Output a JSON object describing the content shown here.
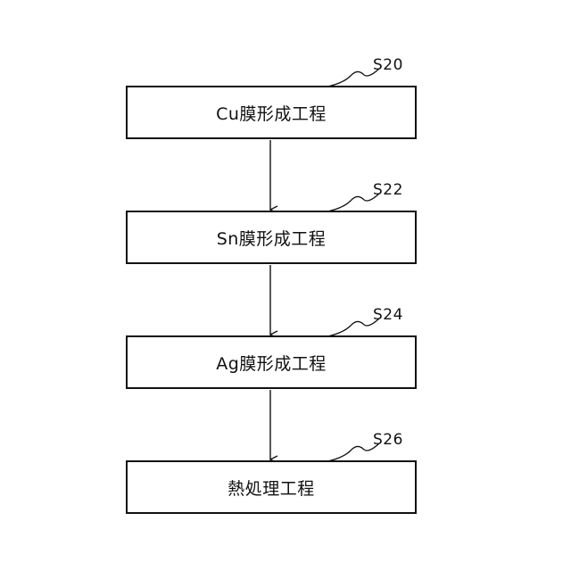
{
  "flowchart": {
    "steps": [
      {
        "id": "S20",
        "label": "Cu膜形成工程"
      },
      {
        "id": "S22",
        "label": "Sn膜形成工程"
      },
      {
        "id": "S24",
        "label": "Ag膜形成工程"
      },
      {
        "id": "S26",
        "label": "熱処理工程"
      }
    ]
  }
}
